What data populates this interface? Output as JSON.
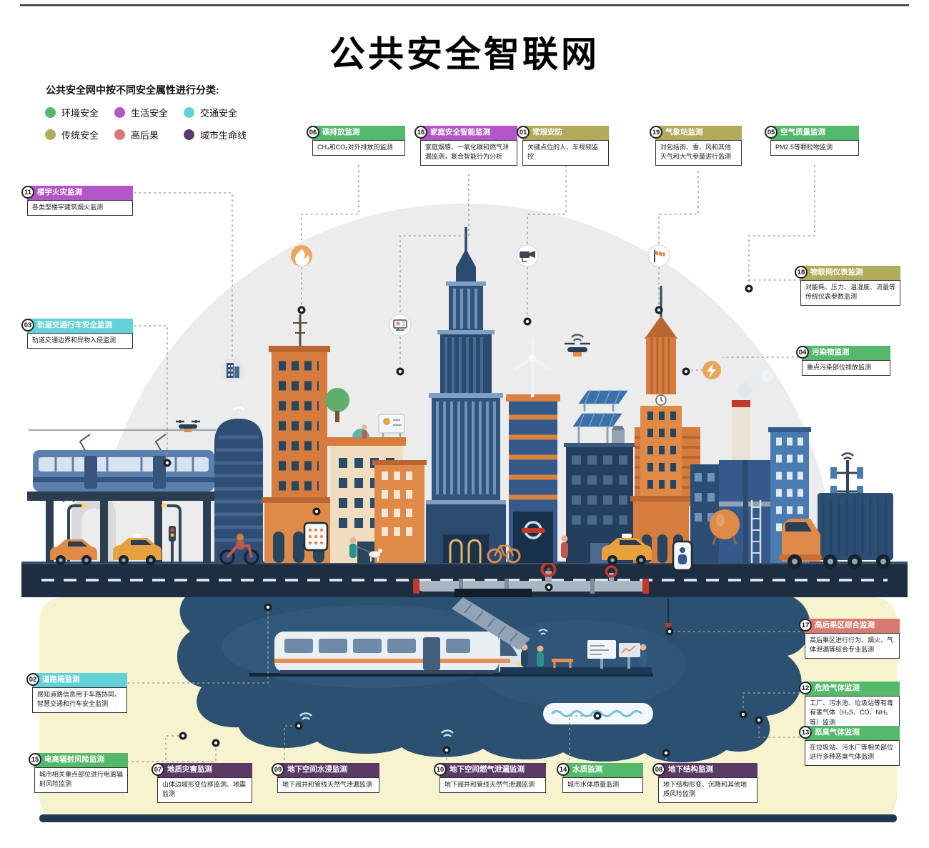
{
  "title": "公共安全智联网",
  "subtitle": "公共安全网中按不同安全属性进行分类:",
  "legend": {
    "items": [
      {
        "label": "环境安全",
        "color": "#54b96b",
        "category": "environment"
      },
      {
        "label": "生活安全",
        "color": "#b455c8",
        "category": "life"
      },
      {
        "label": "交通安全",
        "color": "#62d2d8",
        "category": "traffic"
      },
      {
        "label": "传统安全",
        "color": "#b3ab5c",
        "category": "traditional"
      },
      {
        "label": "高后果",
        "color": "#d87a6f",
        "category": "high"
      },
      {
        "label": "城市生命线",
        "color": "#5c3a66",
        "category": "lifeline"
      }
    ]
  },
  "categories": {
    "environment": "#54b96b",
    "life": "#b455c8",
    "traffic": "#62d2d8",
    "traditional": "#b3ab5c",
    "high": "#d87a6f",
    "lifeline": "#5c3a66"
  },
  "callouts": [
    {
      "num": "06",
      "title": "碳排放监测",
      "desc": "CH₄和CO₂对外排放的监测",
      "category": "environment"
    },
    {
      "num": "16",
      "title": "家庭安全智能监测",
      "desc": "家庭烟感、一氧化碳和燃气泄漏监测，复合智能行为分析",
      "category": "life"
    },
    {
      "num": "01",
      "title": "常规安防",
      "desc": "关键点位的人、车视频监控",
      "category": "traditional"
    },
    {
      "num": "19",
      "title": "气象站监测",
      "desc": "对包括雨、雪、风和其他天气和大气参量进行监测",
      "category": "traditional"
    },
    {
      "num": "05",
      "title": "空气质量监测",
      "desc": "PM2.5等颗粒物监测",
      "category": "environment"
    },
    {
      "num": "11",
      "title": "楼宇火灾监测",
      "desc": "各类型楼宇建筑烟火监测",
      "category": "life"
    },
    {
      "num": "03",
      "title": "轨道交通行车安全监测",
      "desc": "轨道交通边界和异物入侵监测",
      "category": "traffic"
    },
    {
      "num": "18",
      "title": "物联网仪表监测",
      "desc": "对能耗、压力、温湿度、流量等传统仪表参数监测",
      "category": "traditional"
    },
    {
      "num": "04",
      "title": "污染物监测",
      "desc": "重点污染部位排放监测",
      "category": "environment"
    },
    {
      "num": "17",
      "title": "高后果区综合监测",
      "desc": "高后果区进行行为、烟火、气体泄漏等综合专业监测",
      "category": "high"
    },
    {
      "num": "12",
      "title": "危险气体监测",
      "desc": "工厂、污水池、垃圾站等有毒有害气体（H₂S、CO、NH₃等）监测",
      "category": "environment"
    },
    {
      "num": "13",
      "title": "恶臭气体监测",
      "desc": "在垃圾站、污水厂等相关部位进行多种恶臭气体监测",
      "category": "environment"
    },
    {
      "num": "02",
      "title": "道路端监测",
      "desc": "感知道路信息用于车路协同、智慧交通和行车安全监测",
      "category": "traffic"
    },
    {
      "num": "15",
      "title": "电离辐射风险监测",
      "desc": "城市相关重点部位进行电离辐射风险监测",
      "category": "environment"
    },
    {
      "num": "07",
      "title": "地质灾害监测",
      "desc": "山体边坡形变位移监测、地震监测",
      "category": "lifeline"
    },
    {
      "num": "09",
      "title": "地下空间水浸监测",
      "desc": "地下阀井和管线天然气泄漏监测",
      "category": "lifeline"
    },
    {
      "num": "10",
      "title": "地下空间燃气泄漏监测",
      "desc": "地下阀井和管线天然气泄漏监测",
      "category": "lifeline"
    },
    {
      "num": "14",
      "title": "水质监测",
      "desc": "城市水体质量监测",
      "category": "environment"
    },
    {
      "num": "08",
      "title": "地下结构监测",
      "desc": "地下结构形变、沉降和其他地质风险监测",
      "category": "lifeline"
    }
  ],
  "illustration": {
    "icons": [
      "flame-icon",
      "monitor-icon",
      "cctv-camera-icon",
      "windsock-icon",
      "power-icon",
      "building-icon",
      "drone-icon",
      "wifi-icon",
      "hanging-sensor-icon"
    ]
  }
}
